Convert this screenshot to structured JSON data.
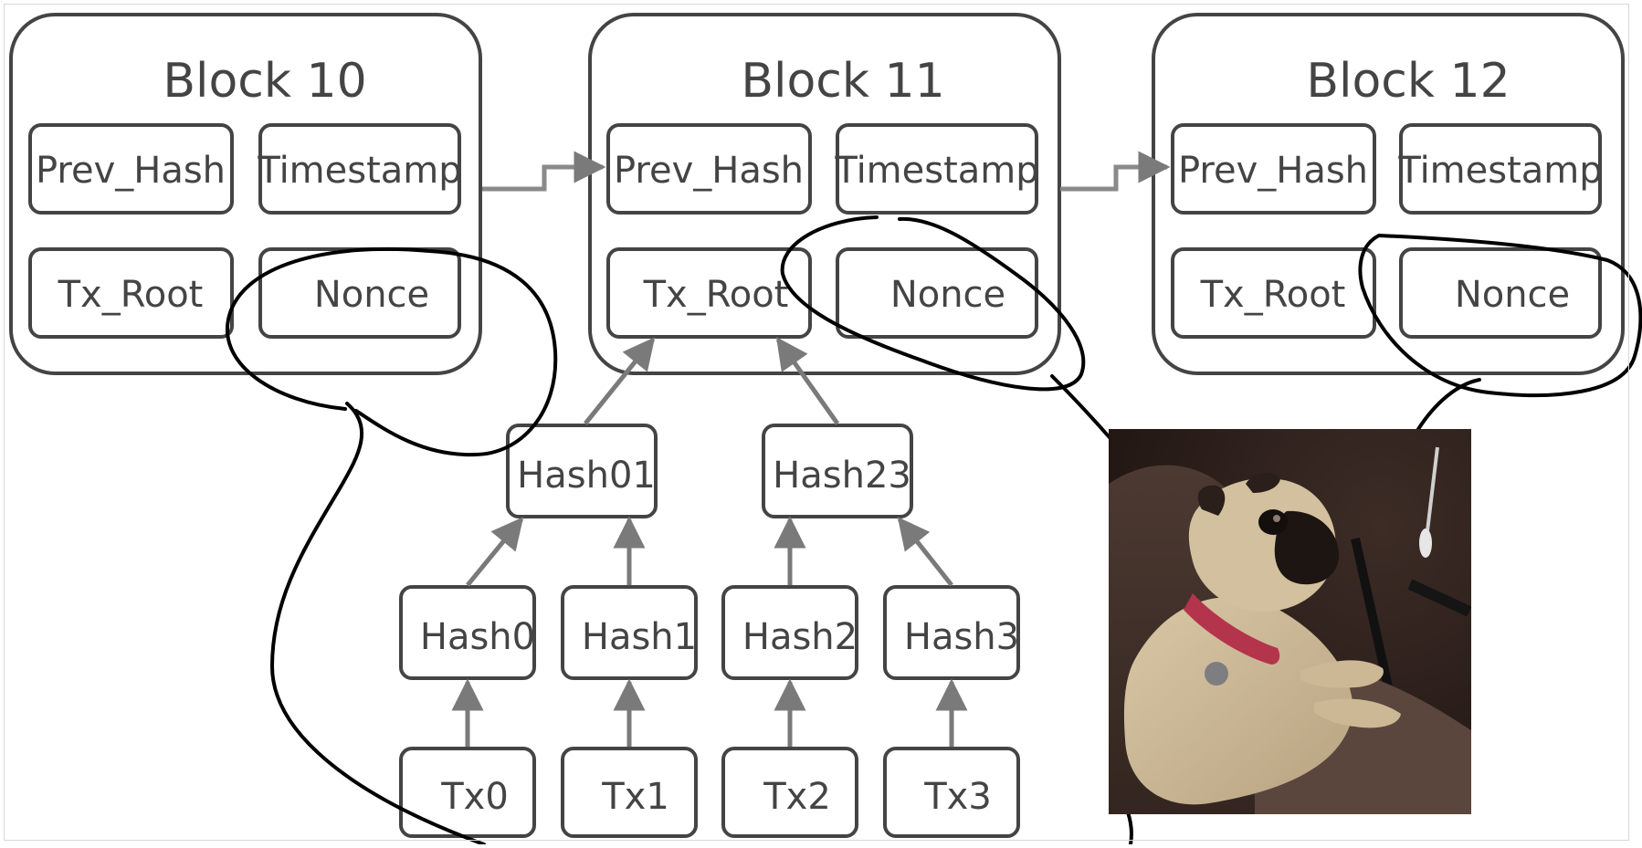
{
  "blocks": [
    {
      "title": "Block 10",
      "fields": [
        "Prev_Hash",
        "Timestamp",
        "Tx_Root",
        "Nonce"
      ]
    },
    {
      "title": "Block 11",
      "fields": [
        "Prev_Hash",
        "Timestamp",
        "Tx_Root",
        "Nonce"
      ]
    },
    {
      "title": "Block 12",
      "fields": [
        "Prev_Hash",
        "Timestamp",
        "Tx_Root",
        "Nonce"
      ]
    }
  ],
  "merkle": {
    "level2": [
      "Hash01",
      "Hash23"
    ],
    "level1": [
      "Hash0",
      "Hash1",
      "Hash2",
      "Hash3"
    ],
    "leaves": [
      "Tx0",
      "Tx1",
      "Tx2",
      "Tx3"
    ]
  },
  "colors": {
    "box_stroke": "#444444",
    "text": "#444444",
    "arrow": "#7a7a7a",
    "scribble": "#000000"
  },
  "photo": {
    "subject": "pug-photo"
  }
}
